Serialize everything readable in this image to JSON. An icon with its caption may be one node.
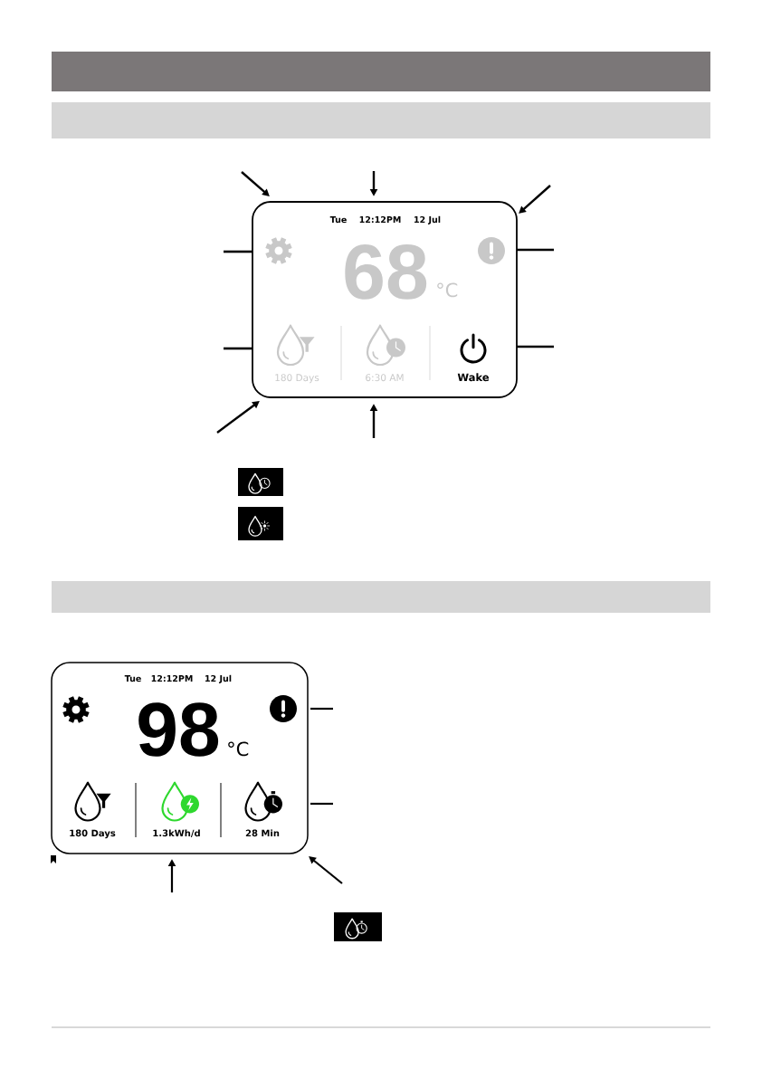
{
  "diagram": {
    "nodes": [
      {
        "text": [],
        "shape": "bar"
      },
      {
        "text": [],
        "shape": "bar"
      },
      {
        "text": [
          "Tue",
          "12:12PM",
          "12 Jul",
          "68",
          "°C",
          "180 Days",
          "6:30 AM",
          "Wake"
        ]
      },
      {
        "text": [],
        "shape": "bar"
      },
      {
        "text": [
          "Tue",
          "12:12PM",
          "12 Jul",
          "98",
          "°C",
          "180 Days",
          "1.3kWh/d",
          "28 Min"
        ]
      }
    ],
    "edges": [
      {
        "from": null,
        "to": 2,
        "arrow": "to"
      },
      {
        "from": null,
        "to": 2,
        "arrow": "to"
      },
      {
        "from": null,
        "to": 2,
        "arrow": "to"
      },
      {
        "from": null,
        "to": 2,
        "arrow": "none"
      },
      {
        "from": null,
        "to": 2,
        "arrow": "none"
      },
      {
        "from": null,
        "to": 2,
        "arrow": "none"
      },
      {
        "from": null,
        "to": 2,
        "arrow": "none"
      },
      {
        "from": null,
        "to": 2,
        "arrow": "to"
      },
      {
        "from": null,
        "to": 2,
        "arrow": "to"
      },
      {
        "from": null,
        "to": 4,
        "arrow": "none"
      },
      {
        "from": null,
        "to": 4,
        "arrow": "none"
      },
      {
        "from": null,
        "to": 4,
        "arrow": "to"
      },
      {
        "from": null,
        "to": 4,
        "arrow": "to"
      }
    ]
  }
}
